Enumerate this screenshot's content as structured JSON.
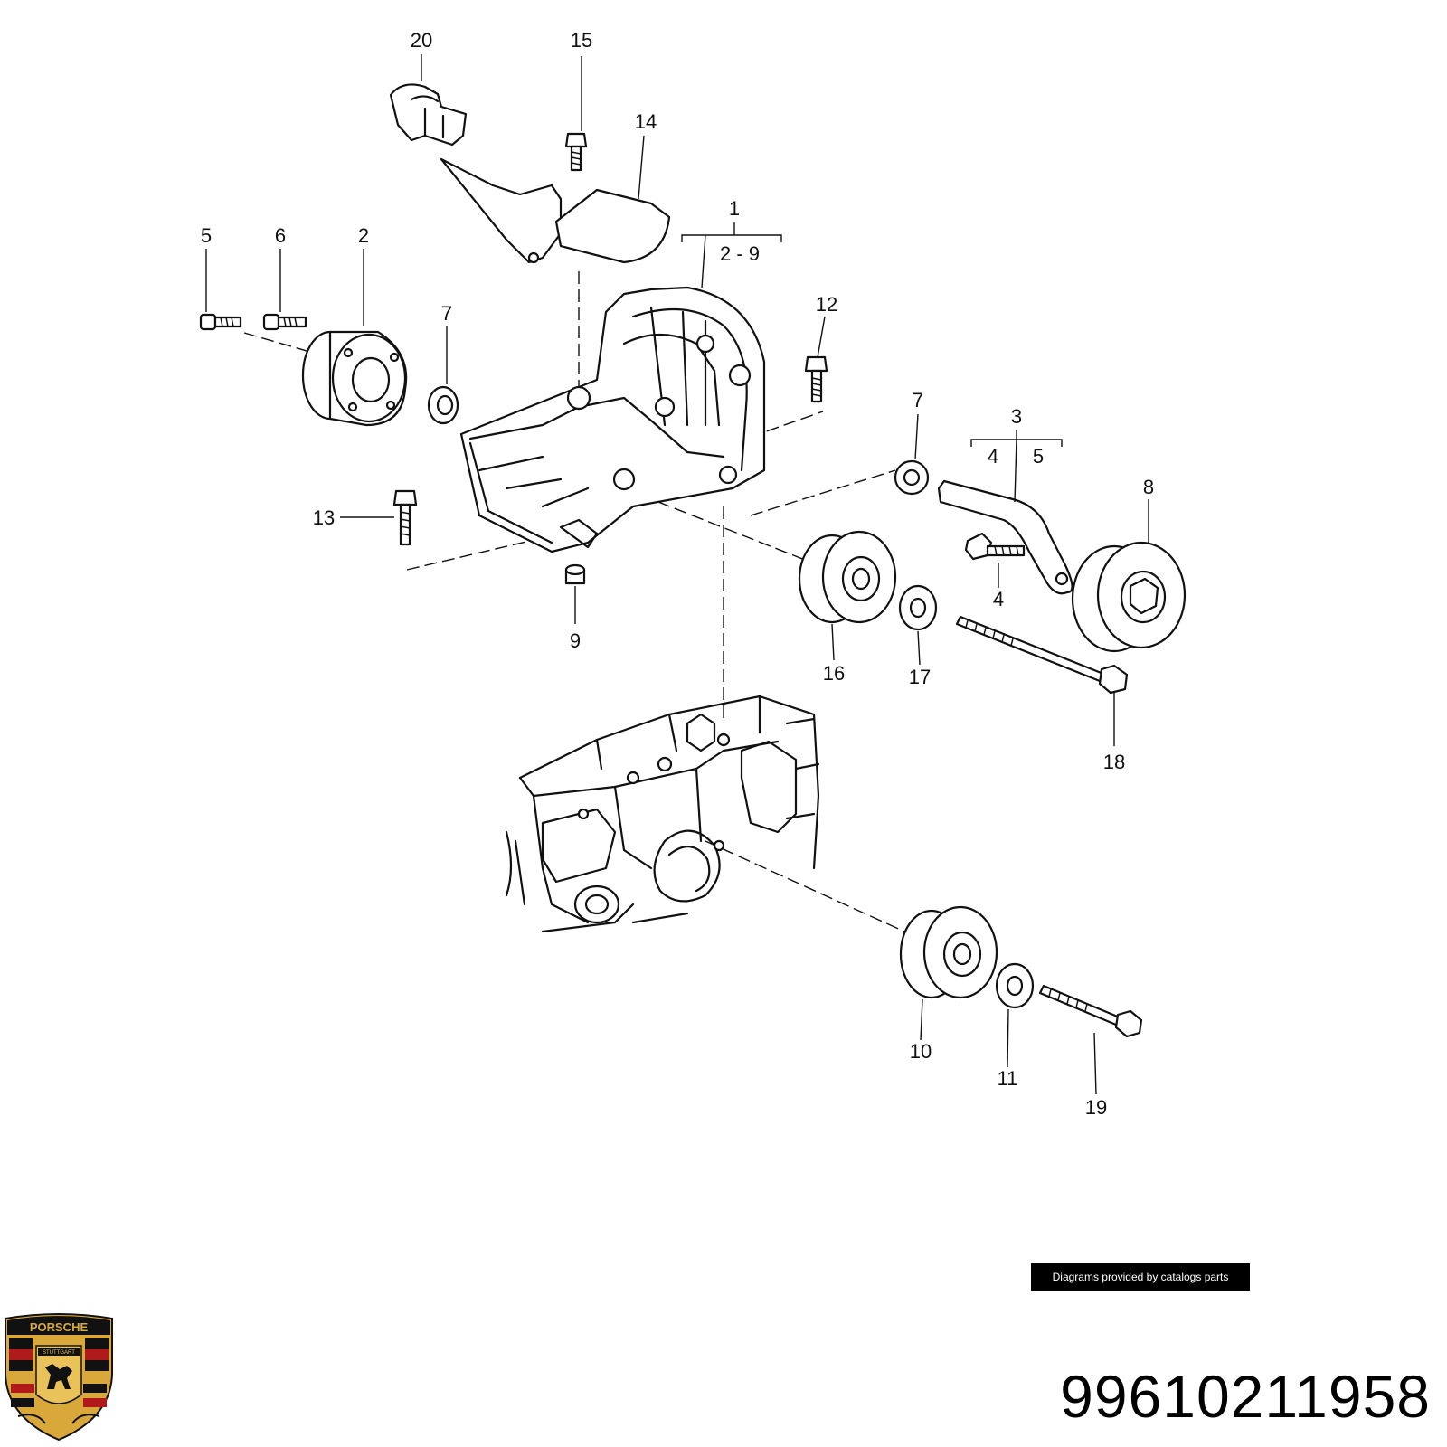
{
  "diagram": {
    "callouts": [
      {
        "id": "1",
        "text": "1"
      },
      {
        "id": "1-range",
        "text": "2 - 9"
      },
      {
        "id": "2",
        "text": "2"
      },
      {
        "id": "3",
        "text": "3"
      },
      {
        "id": "3-a",
        "text": "4"
      },
      {
        "id": "3-b",
        "text": "5"
      },
      {
        "id": "4",
        "text": "4"
      },
      {
        "id": "5",
        "text": "5"
      },
      {
        "id": "6",
        "text": "6"
      },
      {
        "id": "7a",
        "text": "7"
      },
      {
        "id": "7b",
        "text": "7"
      },
      {
        "id": "8",
        "text": "8"
      },
      {
        "id": "9",
        "text": "9"
      },
      {
        "id": "10",
        "text": "10"
      },
      {
        "id": "11",
        "text": "11"
      },
      {
        "id": "12",
        "text": "12"
      },
      {
        "id": "13",
        "text": "13"
      },
      {
        "id": "14",
        "text": "14"
      },
      {
        "id": "15",
        "text": "15"
      },
      {
        "id": "16",
        "text": "16"
      },
      {
        "id": "17",
        "text": "17"
      },
      {
        "id": "18",
        "text": "18"
      },
      {
        "id": "19",
        "text": "19"
      },
      {
        "id": "20",
        "text": "20"
      }
    ]
  },
  "credit": "Diagrams provided by catalogs parts",
  "part_number": "99610211958",
  "logo": {
    "brand": "PORSCHE",
    "city": "STUTTGART",
    "colors": {
      "gold": "#d8a93a",
      "red": "#b01a1a",
      "black": "#111111"
    }
  }
}
